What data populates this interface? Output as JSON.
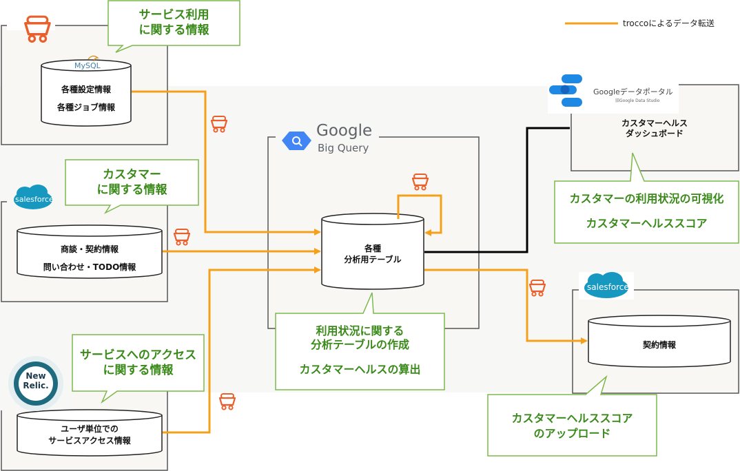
{
  "legend": {
    "label": "troccoによるデータ転送",
    "color": "#f5a01a"
  },
  "colors": {
    "flow": "#f5a01a",
    "callout_border": "#7cb84a",
    "callout_text": "#3a8a1a",
    "panel_border": "#555555",
    "dashboard_link": "#000000"
  },
  "sources": {
    "service": {
      "logo": "MySQL",
      "db_lines": "各種設定情報\n各種ジョブ情報",
      "callout": "サービス利用\nに関する情報"
    },
    "salesforce": {
      "logo": "salesforce",
      "db_lines": "商談・契約情報\n問い合わせ・TODO情報",
      "callout": "カスタマー\nに関する情報"
    },
    "newrelic": {
      "logo_line1": "New",
      "logo_line2": "Relic.",
      "db_lines": "ユーザ単位での\nサービスアクセス情報",
      "callout": "サービスへのアクセス\nに関する情報"
    }
  },
  "bigquery": {
    "brand": "Google",
    "product": "Big Query",
    "db_lines": "各種\n分析用テーブル",
    "callout_line1": "利用状況に関する\n分析テーブルの作成",
    "callout_line2": "カスタマーヘルスの算出"
  },
  "datastudio": {
    "title": "Googleデータポータル",
    "subtitle": "旧Google Data Studio",
    "content": "カスタマーヘルス\nダッシュボード",
    "callout_line1": "カスタマーの利用状況の可視化",
    "callout_line2": "カスタマーヘルススコア"
  },
  "salesforce_dest": {
    "logo": "salesforce",
    "db_lines": "契約情報",
    "callout": "カスタマーヘルススコア\nのアップロード"
  }
}
